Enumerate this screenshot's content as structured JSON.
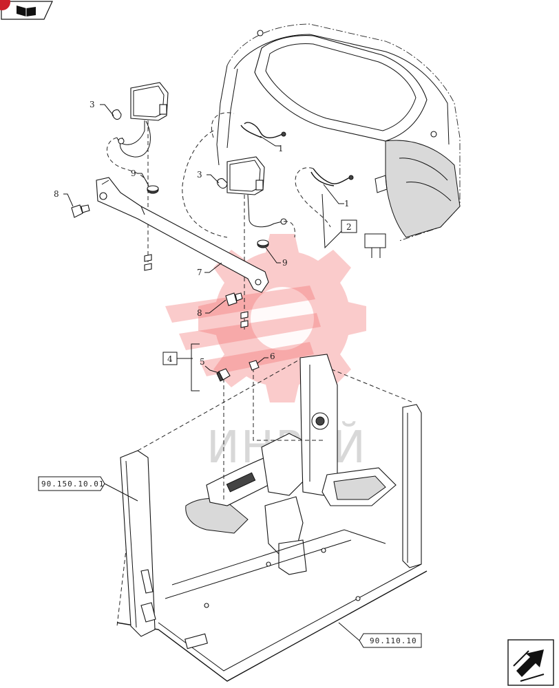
{
  "callouts": {
    "c1a": "1",
    "c1b": "1",
    "c2": "2",
    "c3a": "3",
    "c3b": "3",
    "c4": "4",
    "c5": "5",
    "c6": "6",
    "c7": "7",
    "c8a": "8",
    "c8b": "8",
    "c9a": "9",
    "c9b": "9"
  },
  "references": {
    "ref_left": "90.150.10.01",
    "ref_bottom": "90.110.10"
  },
  "watermark": {
    "text": "ИНРЕЙ"
  },
  "colors": {
    "watermark": "#f26b6b",
    "nav_badge": "#cc1f2a",
    "line": "#111111"
  },
  "icons": {
    "top_nav": "book-arrow-icon",
    "bottom_nav": "next-page-arrow-icon"
  }
}
